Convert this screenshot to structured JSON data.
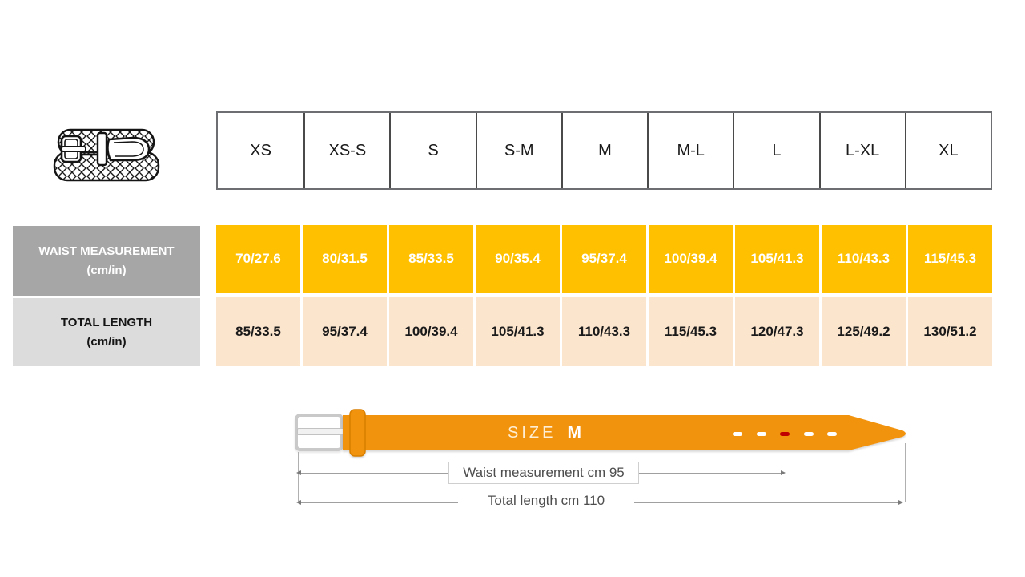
{
  "table": {
    "sizes": [
      "XS",
      "XS-S",
      "S",
      "S-M",
      "M",
      "M-L",
      "L",
      "L-XL",
      "XL"
    ],
    "waist": {
      "label_line1": "WAIST MEASUREMENT",
      "label_line2": "(cm/in)",
      "values": [
        "70/27.6",
        "80/31.5",
        "85/33.5",
        "90/35.4",
        "95/37.4",
        "100/39.4",
        "105/41.3",
        "110/43.3",
        "115/45.3"
      ]
    },
    "total": {
      "label_line1": "TOTAL LENGTH",
      "label_line2": "(cm/in)",
      "values": [
        "85/33.5",
        "95/37.4",
        "100/39.4",
        "105/41.3",
        "110/43.3",
        "115/45.3",
        "120/47.3",
        "125/49.2",
        "130/51.2"
      ]
    }
  },
  "diagram": {
    "size_prefix": "SIZE",
    "size_value": "M",
    "waist_caption": "Waist measurement cm 95",
    "total_caption": "Total length cm 110",
    "hole_count": 5,
    "highlight_hole_index": 2
  },
  "icons": {
    "belt_icon": "braided-belt-icon"
  },
  "colors": {
    "waist_cell_bg": "#FFC000",
    "waist_label_bg": "#A6A6A6",
    "total_cell_bg": "#FCE5CD",
    "total_label_bg": "#DCDCDC",
    "belt": "#F2930D",
    "hole_highlight": "#C00000"
  }
}
